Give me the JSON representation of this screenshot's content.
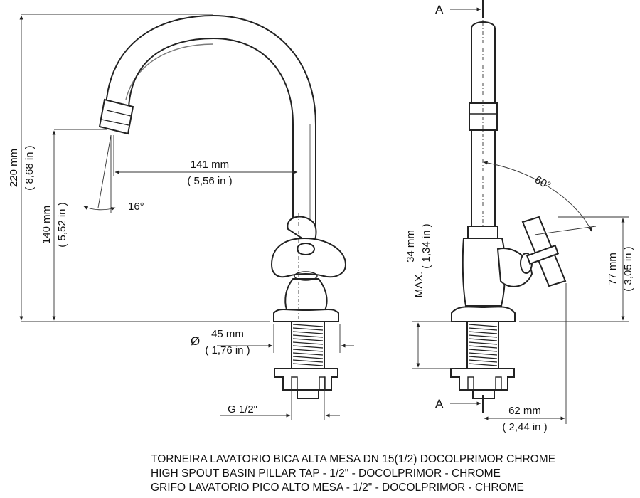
{
  "front_view": {
    "height_total": {
      "mm": "220 mm",
      "in": "( 8,68 in )"
    },
    "height_spout": {
      "mm": "140 mm",
      "in": "( 5,52 in )"
    },
    "reach": {
      "mm": "141 mm",
      "in": "( 5,56 in )"
    },
    "spout_angle": "16°",
    "diameter_symbol": "Ø",
    "diameter": {
      "mm": "45 mm",
      "in": "( 1,76 in )"
    },
    "thread": "G 1/2\""
  },
  "side_view": {
    "section_label": "A",
    "handle_angle": "60°",
    "max_thickness": {
      "mm": "34 mm",
      "in": "( 1,34 in )",
      "prefix": "MAX."
    },
    "handle_height": {
      "mm": "77 mm",
      "in": "( 3,05 in )"
    },
    "base_width": {
      "mm": "62 mm",
      "in": "( 2,44 in )"
    }
  },
  "title_lines": [
    "TORNEIRA LAVATORIO BICA ALTA MESA DN 15(1/2) DOCOLPRIMOR CHROME",
    "HIGH SPOUT BASIN PILLAR TAP - 1/2\" - DOCOLPRIMOR - CHROME",
    "GRIFO LAVATORIO PICO ALTO MESA - 1/2\" - DOCOLPRIMOR - CHROME"
  ]
}
